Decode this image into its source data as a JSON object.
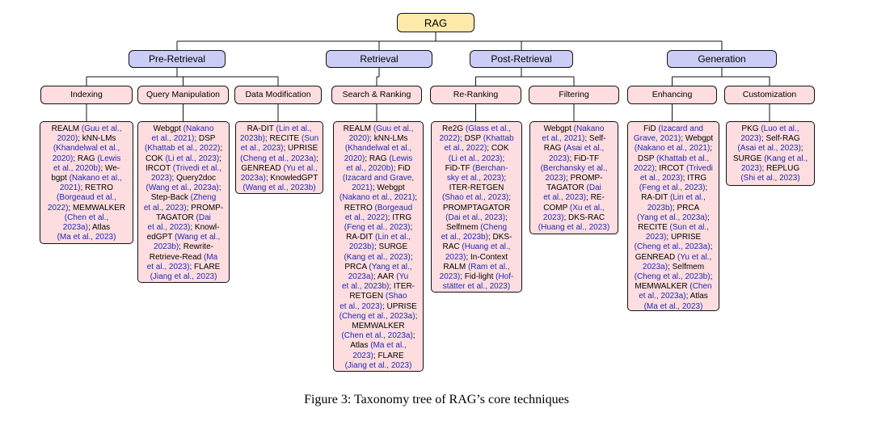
{
  "root": {
    "label": "RAG"
  },
  "categories": [
    {
      "label": "Pre-Retrieval"
    },
    {
      "label": "Retrieval"
    },
    {
      "label": "Post-Retrieval"
    },
    {
      "label": "Generation"
    }
  ],
  "subcategories": [
    {
      "label": "Indexing"
    },
    {
      "label": "Query Manipulation"
    },
    {
      "label": "Data Modification"
    },
    {
      "label": "Search & Ranking"
    },
    {
      "label": "Re-Ranking"
    },
    {
      "label": "Filtering"
    },
    {
      "label": "Enhancing"
    },
    {
      "label": "Customization"
    }
  ],
  "leaves": [
    {
      "lines": [
        [
          {
            "t": "REALM "
          },
          {
            "t": "(Guu et al.,",
            "c": 1
          }
        ],
        [
          {
            "t": "2020)",
            "c": 1
          },
          {
            "t": "; kNN-LMs"
          }
        ],
        [
          {
            "t": "(Khandelwal et al.,",
            "c": 1
          }
        ],
        [
          {
            "t": "2020)",
            "c": 1
          },
          {
            "t": "; RAG "
          },
          {
            "t": "(Lewis",
            "c": 1
          }
        ],
        [
          {
            "t": "et al., 2020b)",
            "c": 1
          },
          {
            "t": "; We-"
          }
        ],
        [
          {
            "t": "bgpt "
          },
          {
            "t": "(Nakano et al.,",
            "c": 1
          }
        ],
        [
          {
            "t": "2021)",
            "c": 1
          },
          {
            "t": "; RETRO"
          }
        ],
        [
          {
            "t": "(Borgeaud et al.,",
            "c": 1
          }
        ],
        [
          {
            "t": "2022)",
            "c": 1
          },
          {
            "t": "; MEMWALKER"
          }
        ],
        [
          {
            "t": "(Chen et al.,",
            "c": 1
          }
        ],
        [
          {
            "t": "2023a)",
            "c": 1
          },
          {
            "t": "; Atlas"
          }
        ],
        [
          {
            "t": "(Ma et al., 2023)",
            "c": 1
          }
        ]
      ]
    },
    {
      "lines": [
        [
          {
            "t": "Webgpt "
          },
          {
            "t": "(Nakano",
            "c": 1
          }
        ],
        [
          {
            "t": "et al., 2021)",
            "c": 1
          },
          {
            "t": "; DSP"
          }
        ],
        [
          {
            "t": "(Khattab et al., 2022)",
            "c": 1
          },
          {
            "t": ";"
          }
        ],
        [
          {
            "t": "COK "
          },
          {
            "t": "(Li et al., 2023)",
            "c": 1
          },
          {
            "t": ";"
          }
        ],
        [
          {
            "t": "IRCOT "
          },
          {
            "t": "(Trivedi et al.,",
            "c": 1
          }
        ],
        [
          {
            "t": "2023)",
            "c": 1
          },
          {
            "t": "; Query2doc"
          }
        ],
        [
          {
            "t": "(Wang et al., 2023a)",
            "c": 1
          },
          {
            "t": ";"
          }
        ],
        [
          {
            "t": "Step-Back "
          },
          {
            "t": "(Zheng",
            "c": 1
          }
        ],
        [
          {
            "t": "et al., 2023)",
            "c": 1
          },
          {
            "t": "; PROMP-"
          }
        ],
        [
          {
            "t": "TAGATOR "
          },
          {
            "t": "(Dai",
            "c": 1
          }
        ],
        [
          {
            "t": "et al., 2023)",
            "c": 1
          },
          {
            "t": "; Knowl-"
          }
        ],
        [
          {
            "t": "edGPT "
          },
          {
            "t": "(Wang et al.,",
            "c": 1
          }
        ],
        [
          {
            "t": "2023b)",
            "c": 1
          },
          {
            "t": "; Rewrite-"
          }
        ],
        [
          {
            "t": "Retrieve-Read "
          },
          {
            "t": "(Ma",
            "c": 1
          }
        ],
        [
          {
            "t": "et al., 2023)",
            "c": 1
          },
          {
            "t": "; FLARE"
          }
        ],
        [
          {
            "t": "(Jiang et al., 2023)",
            "c": 1
          }
        ]
      ]
    },
    {
      "lines": [
        [
          {
            "t": "RA-DIT "
          },
          {
            "t": "(Lin et al.,",
            "c": 1
          }
        ],
        [
          {
            "t": "2023b)",
            "c": 1
          },
          {
            "t": "; RECITE "
          },
          {
            "t": "(Sun",
            "c": 1
          }
        ],
        [
          {
            "t": "et al., 2023)",
            "c": 1
          },
          {
            "t": "; UPRISE"
          }
        ],
        [
          {
            "t": "(Cheng et al., 2023a)",
            "c": 1
          },
          {
            "t": ";"
          }
        ],
        [
          {
            "t": "GENREAD "
          },
          {
            "t": "(Yu et al.,",
            "c": 1
          }
        ],
        [
          {
            "t": "2023a)",
            "c": 1
          },
          {
            "t": "; KnowledGPT"
          }
        ],
        [
          {
            "t": "(Wang et al., 2023b)",
            "c": 1
          }
        ]
      ]
    },
    {
      "lines": [
        [
          {
            "t": "REALM "
          },
          {
            "t": "(Guu et al.,",
            "c": 1
          }
        ],
        [
          {
            "t": "2020)",
            "c": 1
          },
          {
            "t": "; kNN-LMs"
          }
        ],
        [
          {
            "t": "(Khandelwal et al.,",
            "c": 1
          }
        ],
        [
          {
            "t": "2020)",
            "c": 1
          },
          {
            "t": "; RAG "
          },
          {
            "t": "(Lewis",
            "c": 1
          }
        ],
        [
          {
            "t": "et al., 2020b)",
            "c": 1
          },
          {
            "t": "; FiD"
          }
        ],
        [
          {
            "t": "(Izacard and Grave,",
            "c": 1
          }
        ],
        [
          {
            "t": "2021)",
            "c": 1
          },
          {
            "t": "; Webgpt"
          }
        ],
        [
          {
            "t": "(Nakano et al., 2021)",
            "c": 1
          },
          {
            "t": ";"
          }
        ],
        [
          {
            "t": "RETRO "
          },
          {
            "t": "(Borgeaud",
            "c": 1
          }
        ],
        [
          {
            "t": "et al., 2022)",
            "c": 1
          },
          {
            "t": "; ITRG"
          }
        ],
        [
          {
            "t": "(Feng et al., 2023)",
            "c": 1
          },
          {
            "t": ";"
          }
        ],
        [
          {
            "t": "RA-DIT "
          },
          {
            "t": "(Lin et al.,",
            "c": 1
          }
        ],
        [
          {
            "t": "2023b)",
            "c": 1
          },
          {
            "t": "; SURGE"
          }
        ],
        [
          {
            "t": "(Kang et al., 2023)",
            "c": 1
          },
          {
            "t": ";"
          }
        ],
        [
          {
            "t": "PRCA "
          },
          {
            "t": "(Yang et al.,",
            "c": 1
          }
        ],
        [
          {
            "t": "2023a)",
            "c": 1
          },
          {
            "t": "; AAR "
          },
          {
            "t": "(Yu",
            "c": 1
          }
        ],
        [
          {
            "t": "et al., 2023b)",
            "c": 1
          },
          {
            "t": "; ITER-"
          }
        ],
        [
          {
            "t": "RETGEN "
          },
          {
            "t": "(Shao",
            "c": 1
          }
        ],
        [
          {
            "t": "et al., 2023)",
            "c": 1
          },
          {
            "t": "; UPRISE"
          }
        ],
        [
          {
            "t": "(Cheng et al., 2023a)",
            "c": 1
          },
          {
            "t": ";"
          }
        ],
        [
          {
            "t": "MEMWALKER"
          }
        ],
        [
          {
            "t": "(Chen et al., 2023a)",
            "c": 1
          },
          {
            "t": ";"
          }
        ],
        [
          {
            "t": "Atlas "
          },
          {
            "t": "(Ma et al.,",
            "c": 1
          }
        ],
        [
          {
            "t": "2023)",
            "c": 1
          },
          {
            "t": "; FLARE"
          }
        ],
        [
          {
            "t": "(Jiang et al., 2023)",
            "c": 1
          }
        ]
      ]
    },
    {
      "lines": [
        [
          {
            "t": "Re2G "
          },
          {
            "t": "(Glass et al.,",
            "c": 1
          }
        ],
        [
          {
            "t": "2022)",
            "c": 1
          },
          {
            "t": "; DSP "
          },
          {
            "t": "(Khattab",
            "c": 1
          }
        ],
        [
          {
            "t": "et al., 2022)",
            "c": 1
          },
          {
            "t": "; COK"
          }
        ],
        [
          {
            "t": "(Li et al., 2023)",
            "c": 1
          },
          {
            "t": ";"
          }
        ],
        [
          {
            "t": "FiD-TF "
          },
          {
            "t": "(Berchan-",
            "c": 1
          }
        ],
        [
          {
            "t": "sky et al., 2023)",
            "c": 1
          },
          {
            "t": ";"
          }
        ],
        [
          {
            "t": "ITER-RETGEN"
          }
        ],
        [
          {
            "t": "(Shao et al., 2023)",
            "c": 1
          },
          {
            "t": ";"
          }
        ],
        [
          {
            "t": "PROMPTAGATOR"
          }
        ],
        [
          {
            "t": "(Dai et al., 2023)",
            "c": 1
          },
          {
            "t": ";"
          }
        ],
        [
          {
            "t": "Selfmem "
          },
          {
            "t": "(Cheng",
            "c": 1
          }
        ],
        [
          {
            "t": "et al., 2023b)",
            "c": 1
          },
          {
            "t": "; DKS-"
          }
        ],
        [
          {
            "t": "RAC "
          },
          {
            "t": "(Huang et al.,",
            "c": 1
          }
        ],
        [
          {
            "t": "2023)",
            "c": 1
          },
          {
            "t": "; In-Context"
          }
        ],
        [
          {
            "t": "RALM "
          },
          {
            "t": "(Ram et al.,",
            "c": 1
          }
        ],
        [
          {
            "t": "2023)",
            "c": 1
          },
          {
            "t": "; Fid-light "
          },
          {
            "t": "(Hof-",
            "c": 1
          }
        ],
        [
          {
            "t": "stätter et al., 2023)",
            "c": 1
          }
        ]
      ]
    },
    {
      "lines": [
        [
          {
            "t": "Webgpt "
          },
          {
            "t": "(Nakano",
            "c": 1
          }
        ],
        [
          {
            "t": "et al., 2021)",
            "c": 1
          },
          {
            "t": "; Self-"
          }
        ],
        [
          {
            "t": "RAG "
          },
          {
            "t": "(Asai et al.,",
            "c": 1
          }
        ],
        [
          {
            "t": "2023)",
            "c": 1
          },
          {
            "t": "; FiD-TF"
          }
        ],
        [
          {
            "t": "(Berchansky et al.,",
            "c": 1
          }
        ],
        [
          {
            "t": "2023)",
            "c": 1
          },
          {
            "t": "; PROMP-"
          }
        ],
        [
          {
            "t": "TAGATOR "
          },
          {
            "t": "(Dai",
            "c": 1
          }
        ],
        [
          {
            "t": "et al., 2023)",
            "c": 1
          },
          {
            "t": "; RE-"
          }
        ],
        [
          {
            "t": "COMP "
          },
          {
            "t": "(Xu et al.,",
            "c": 1
          }
        ],
        [
          {
            "t": "2023)",
            "c": 1
          },
          {
            "t": "; DKS-RAC"
          }
        ],
        [
          {
            "t": "(Huang et al., 2023)",
            "c": 1
          }
        ]
      ]
    },
    {
      "lines": [
        [
          {
            "t": "FiD "
          },
          {
            "t": "(Izacard and",
            "c": 1
          }
        ],
        [
          {
            "t": "Grave, 2021)",
            "c": 1
          },
          {
            "t": "; Webgpt"
          }
        ],
        [
          {
            "t": "(Nakano et al., 2021)",
            "c": 1
          },
          {
            "t": ";"
          }
        ],
        [
          {
            "t": "DSP "
          },
          {
            "t": "(Khattab et al.,",
            "c": 1
          }
        ],
        [
          {
            "t": "2022)",
            "c": 1
          },
          {
            "t": "; IRCOT "
          },
          {
            "t": "(Trivedi",
            "c": 1
          }
        ],
        [
          {
            "t": "et al., 2023)",
            "c": 1
          },
          {
            "t": "; ITRG"
          }
        ],
        [
          {
            "t": "(Feng et al., 2023)",
            "c": 1
          },
          {
            "t": ";"
          }
        ],
        [
          {
            "t": "RA-DIT "
          },
          {
            "t": "(Lin et al.,",
            "c": 1
          }
        ],
        [
          {
            "t": "2023b)",
            "c": 1
          },
          {
            "t": "; PRCA"
          }
        ],
        [
          {
            "t": "(Yang et al., 2023a)",
            "c": 1
          },
          {
            "t": ";"
          }
        ],
        [
          {
            "t": "RECITE "
          },
          {
            "t": "(Sun et al.,",
            "c": 1
          }
        ],
        [
          {
            "t": "2023)",
            "c": 1
          },
          {
            "t": "; UPRISE"
          }
        ],
        [
          {
            "t": "(Cheng et al., 2023a)",
            "c": 1
          },
          {
            "t": ";"
          }
        ],
        [
          {
            "t": "GENREAD "
          },
          {
            "t": "(Yu et al.,",
            "c": 1
          }
        ],
        [
          {
            "t": "2023a)",
            "c": 1
          },
          {
            "t": "; Selfmem"
          }
        ],
        [
          {
            "t": "(Cheng et al., 2023b)",
            "c": 1
          },
          {
            "t": ";"
          }
        ],
        [
          {
            "t": "MEMWALKER "
          },
          {
            "t": "(Chen",
            "c": 1
          }
        ],
        [
          {
            "t": "et al., 2023a)",
            "c": 1
          },
          {
            "t": "; Atlas"
          }
        ],
        [
          {
            "t": "(Ma et al., 2023)",
            "c": 1
          }
        ]
      ]
    },
    {
      "lines": [
        [
          {
            "t": "PKG "
          },
          {
            "t": "(Luo et al.,",
            "c": 1
          }
        ],
        [
          {
            "t": "2023)",
            "c": 1
          },
          {
            "t": "; Self-RAG"
          }
        ],
        [
          {
            "t": "(Asai et al., 2023)",
            "c": 1
          },
          {
            "t": ";"
          }
        ],
        [
          {
            "t": "SURGE "
          },
          {
            "t": "(Kang et al.,",
            "c": 1
          }
        ],
        [
          {
            "t": "2023)",
            "c": 1
          },
          {
            "t": "; REPLUG"
          }
        ],
        [
          {
            "t": "(Shi et al., 2023)",
            "c": 1
          }
        ]
      ]
    }
  ],
  "caption": "Figure 3: Taxonomy tree of RAG’s core techniques",
  "colors": {
    "root_fill": "#fde9a9",
    "category_fill": "#cccdf7",
    "leaf_fill": "#fddde0",
    "citation_text": "#1f2ab4"
  }
}
